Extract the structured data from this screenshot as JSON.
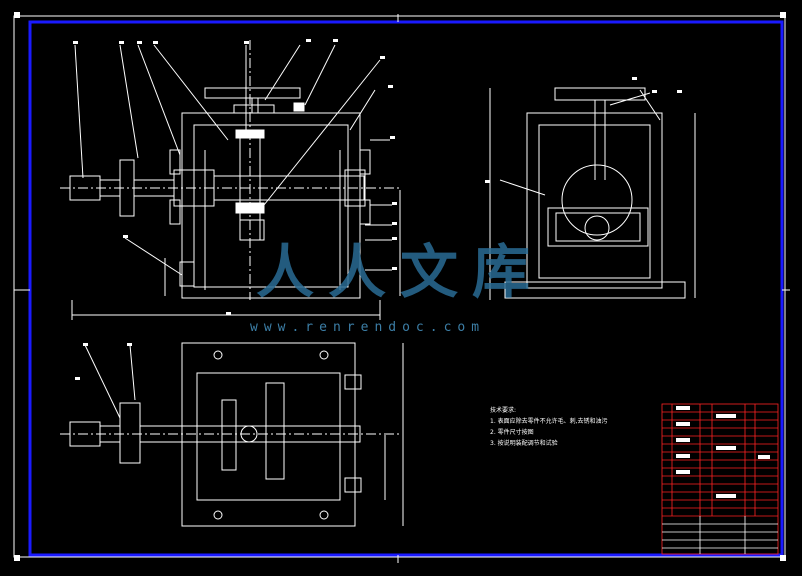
{
  "technical_notes": {
    "heading": "技术要求:",
    "items": [
      "1. 表面应除去零件不允许毛、刺,去锈和油污",
      "2. 零件尺寸按图",
      "3. 按说明装配调节和试验"
    ]
  },
  "watermark": {
    "text": "人人文库",
    "url": "www.renrendoc.com"
  },
  "colors": {
    "background": "#000000",
    "border": "#1a1aff",
    "linework": "#ffffff",
    "title_block": "#ff2222",
    "watermark": "#2a6c94"
  }
}
